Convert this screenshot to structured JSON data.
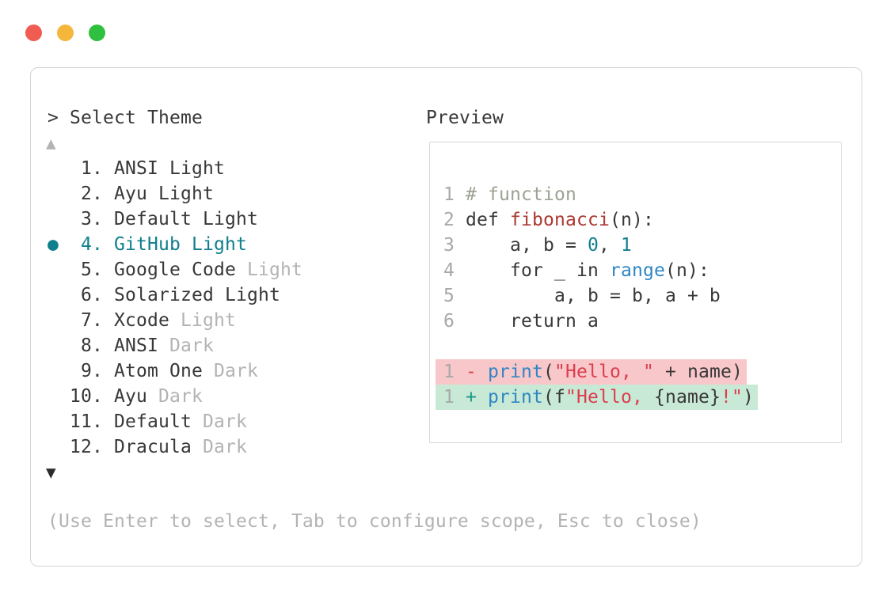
{
  "window_controls": {
    "close_color": "#f05b52",
    "minimize_color": "#f4b63b",
    "zoom_color": "#2ec03e"
  },
  "colors": {
    "text_dark": "#383838",
    "text_dim": "#b3b3b3",
    "accent_teal": "#0e7f8c",
    "panel_border": "#d3d3d3",
    "preview_border": "#d8d8d8"
  },
  "picker": {
    "prompt": "> Select Theme",
    "scroll_up_glyph": "▲",
    "scroll_down_glyph": "▼",
    "help_text": "(Use Enter to select, Tab to configure scope, Esc to close)",
    "items": [
      {
        "number": "1",
        "name": "ANSI Light",
        "dim": "",
        "selected": false
      },
      {
        "number": "2",
        "name": "Ayu Light",
        "dim": "",
        "selected": false
      },
      {
        "number": "3",
        "name": "Default Light",
        "dim": "",
        "selected": false
      },
      {
        "number": "4",
        "name": "GitHub Light",
        "dim": "",
        "selected": true
      },
      {
        "number": "5",
        "name": "Google Code",
        "dim": "Light",
        "selected": false
      },
      {
        "number": "6",
        "name": "Solarized Light",
        "dim": "",
        "selected": false
      },
      {
        "number": "7",
        "name": "Xcode",
        "dim": "Light",
        "selected": false
      },
      {
        "number": "8",
        "name": "ANSI",
        "dim": "Dark",
        "selected": false
      },
      {
        "number": "9",
        "name": "Atom One",
        "dim": "Dark",
        "selected": false
      },
      {
        "number": "10",
        "name": "Ayu",
        "dim": "Dark",
        "selected": false
      },
      {
        "number": "11",
        "name": "Default",
        "dim": "Dark",
        "selected": false
      },
      {
        "number": "12",
        "name": "Dracula",
        "dim": "Dark",
        "selected": false
      }
    ],
    "selected_bullet_glyph": "●"
  },
  "preview": {
    "label": "Preview",
    "token_colors": {
      "ln": "#a8a8a8",
      "fg": "#383838",
      "comment": "#9ca394",
      "func": "#ac3832",
      "num": "#12808e",
      "call": "#2f86c4",
      "str": "#dd3d4e",
      "del": "#dd3d4e",
      "ins": "#17998a"
    },
    "diff_removed_bg": "#f8c7c9",
    "diff_added_bg": "#c8e9d5",
    "code_lines": [
      {
        "tokens": [
          {
            "t": "1",
            "c": "ln"
          },
          {
            "t": " ",
            "c": "fg"
          },
          {
            "t": "# function",
            "c": "comment"
          }
        ]
      },
      {
        "tokens": [
          {
            "t": "2",
            "c": "ln"
          },
          {
            "t": " def ",
            "c": "fg"
          },
          {
            "t": "fibonacci",
            "c": "func"
          },
          {
            "t": "(n):",
            "c": "fg"
          }
        ]
      },
      {
        "tokens": [
          {
            "t": "3",
            "c": "ln"
          },
          {
            "t": "     a, b = ",
            "c": "fg"
          },
          {
            "t": "0",
            "c": "num"
          },
          {
            "t": ", ",
            "c": "fg"
          },
          {
            "t": "1",
            "c": "num"
          }
        ]
      },
      {
        "tokens": [
          {
            "t": "4",
            "c": "ln"
          },
          {
            "t": "     for _ in ",
            "c": "fg"
          },
          {
            "t": "range",
            "c": "call"
          },
          {
            "t": "(n):",
            "c": "fg"
          }
        ]
      },
      {
        "tokens": [
          {
            "t": "5",
            "c": "ln"
          },
          {
            "t": "         a, b = b, a + b",
            "c": "fg"
          }
        ]
      },
      {
        "tokens": [
          {
            "t": "6",
            "c": "ln"
          },
          {
            "t": "     return a",
            "c": "fg"
          }
        ]
      },
      {
        "tokens": []
      },
      {
        "diff": "removed",
        "tokens": [
          {
            "t": "1",
            "c": "ln"
          },
          {
            "t": " ",
            "c": "fg"
          },
          {
            "t": "- ",
            "c": "del"
          },
          {
            "t": "print",
            "c": "call"
          },
          {
            "t": "(",
            "c": "fg"
          },
          {
            "t": "\"Hello, \"",
            "c": "str"
          },
          {
            "t": " + name)",
            "c": "fg"
          }
        ]
      },
      {
        "diff": "added",
        "tokens": [
          {
            "t": "1",
            "c": "ln"
          },
          {
            "t": " ",
            "c": "fg"
          },
          {
            "t": "+ ",
            "c": "ins"
          },
          {
            "t": "print",
            "c": "call"
          },
          {
            "t": "(f",
            "c": "fg"
          },
          {
            "t": "\"Hello, ",
            "c": "str"
          },
          {
            "t": "{name}",
            "c": "fg"
          },
          {
            "t": "!\"",
            "c": "str"
          },
          {
            "t": ")",
            "c": "fg"
          }
        ]
      }
    ]
  }
}
